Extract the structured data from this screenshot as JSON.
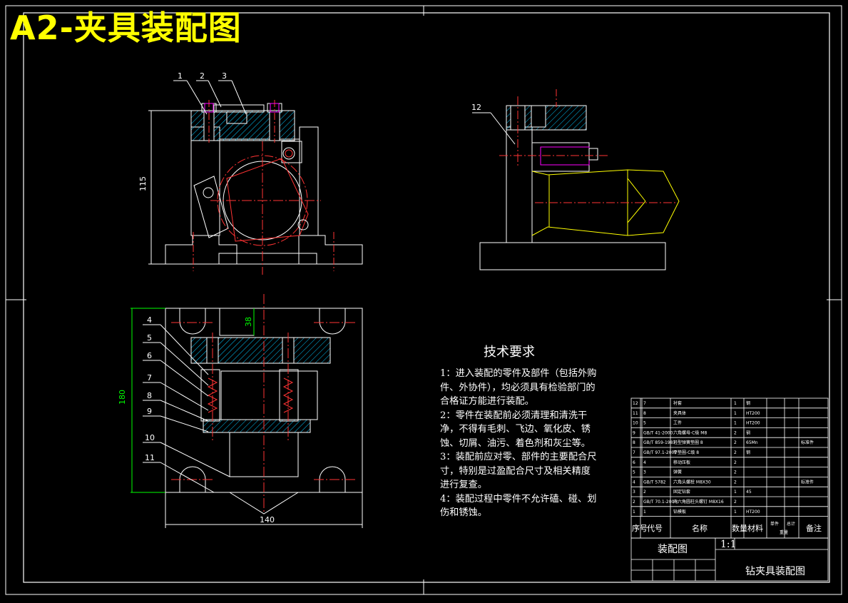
{
  "title": "A2-夹具装配图",
  "tech_requirements": {
    "heading": "技术要求",
    "items": [
      "1：进入装配的零件及部件（包括外购件、外协件），均必须具有检验部门的合格证方能进行装配。",
      "2：零件在装配前必须清理和清洗干净，不得有毛刺、飞边、氧化皮、锈蚀、切屑、油污、着色剂和灰尘等。",
      "3：装配前应对零、部件的主要配合尺寸，特别是过盈配合尺寸及相关精度进行复查。",
      "4：装配过程中零件不允许磕、碰、划伤和锈蚀。"
    ]
  },
  "callouts": [
    "1",
    "2",
    "3",
    "4",
    "5",
    "6",
    "7",
    "8",
    "9",
    "10",
    "11",
    "12"
  ],
  "dimensions": {
    "height_front": "115",
    "height_top": "180",
    "width_top": "140",
    "slot": "38"
  },
  "bom": {
    "rows": [
      {
        "no": "12",
        "code": "7",
        "name": "衬套",
        "qty": "1",
        "mat": "钢",
        "note": ""
      },
      {
        "no": "11",
        "code": "8",
        "name": "夹具体",
        "qty": "1",
        "mat": "HT200",
        "note": ""
      },
      {
        "no": "10",
        "code": "5",
        "name": "工件",
        "qty": "1",
        "mat": "HT200",
        "note": ""
      },
      {
        "no": "9",
        "code": "GB/T 41-2000",
        "name": "六角螺母-C级 M8",
        "qty": "2",
        "mat": "钢",
        "note": ""
      },
      {
        "no": "8",
        "code": "GB/T 859-1987",
        "name": "轻型弹簧垫圈 8",
        "qty": "2",
        "mat": "65Mn",
        "note": "标准件"
      },
      {
        "no": "7",
        "code": "GB/T 97.1-2002",
        "name": "平垫圈-C级 8",
        "qty": "2",
        "mat": "钢",
        "note": ""
      },
      {
        "no": "6",
        "code": "4",
        "name": "移动压板",
        "qty": "2",
        "mat": "",
        "note": ""
      },
      {
        "no": "5",
        "code": "3",
        "name": "弹簧",
        "qty": "2",
        "mat": "",
        "note": ""
      },
      {
        "no": "4",
        "code": "GB/T 5782",
        "name": "六角头螺栓 M8X30",
        "qty": "2",
        "mat": "",
        "note": "标准件"
      },
      {
        "no": "3",
        "code": "2",
        "name": "固定钻套",
        "qty": "1",
        "mat": "45",
        "note": ""
      },
      {
        "no": "2",
        "code": "GB/T 70.1-2000",
        "name": "内六角圆柱头螺钉 M8X16",
        "qty": "2",
        "mat": "",
        "note": ""
      },
      {
        "no": "1",
        "code": "1",
        "name": "钻模板",
        "qty": "1",
        "mat": "HT200",
        "note": ""
      }
    ],
    "headers": {
      "no": "序号",
      "code": "代号",
      "name": "名称",
      "qty": "数量",
      "mat": "材料",
      "single": "单件",
      "total": "总计",
      "weight": "重量",
      "note": "备注"
    }
  },
  "title_block": {
    "drawing": "装配图",
    "scale": "1:1",
    "name": "钻夹具装配图"
  },
  "colors": {
    "bg": "#000000",
    "line": "#ffffff",
    "center": "#ff0000",
    "hidden": "#ffff00",
    "hatch": "#00ffff",
    "dim": "#00ff00",
    "part": "#ff00ff"
  }
}
